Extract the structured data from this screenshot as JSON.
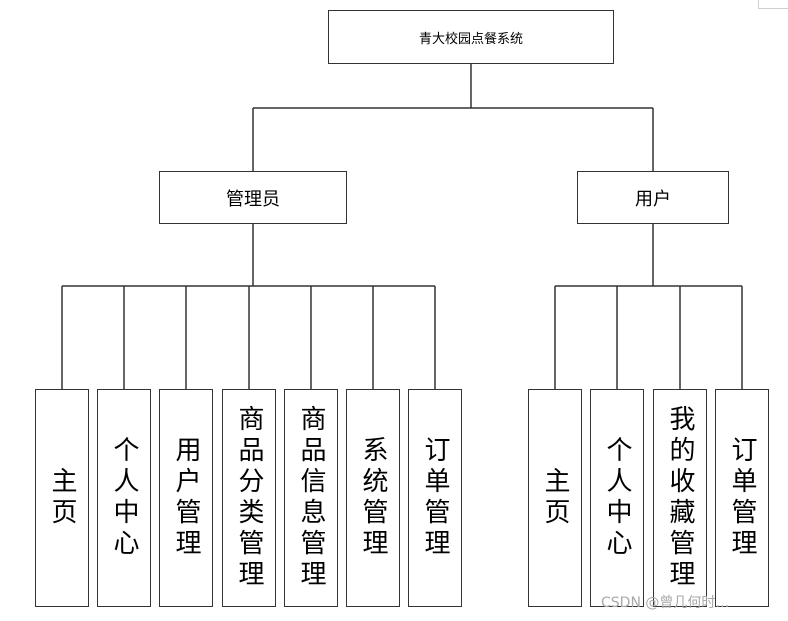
{
  "root": {
    "label": "青大校园点餐系统"
  },
  "admin": {
    "label": "管理员",
    "children": [
      "主页",
      "个人中心",
      "用户管理",
      "商品分类管理",
      "商品信息管理",
      "系统管理",
      "订单管理"
    ]
  },
  "user": {
    "label": "用户",
    "children": [
      "主页",
      "个人中心",
      "我的收藏管理",
      "订单管理"
    ]
  },
  "watermark": "CSDN @曾几何时…"
}
